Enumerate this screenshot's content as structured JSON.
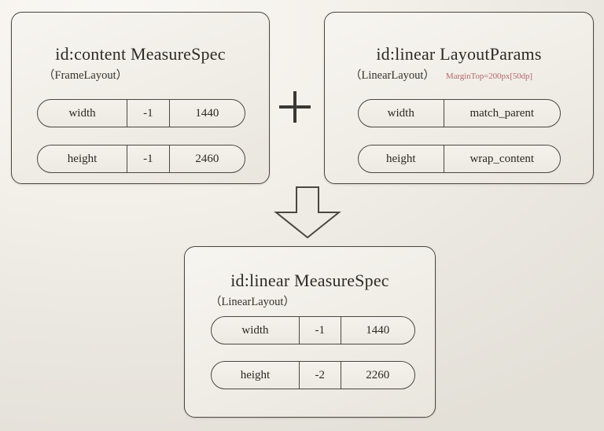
{
  "diagram": {
    "operator": "+",
    "arrow": "down-arrow",
    "boxes": [
      {
        "id": "content-measurespec",
        "title": "id:content MeasureSpec",
        "subtitle": "（FrameLayout）",
        "note": "",
        "rows": [
          {
            "label": "width",
            "flag": "-1",
            "value": "1440"
          },
          {
            "label": "height",
            "flag": "-1",
            "value": "2460"
          }
        ]
      },
      {
        "id": "linear-layoutparams",
        "title": "id:linear  LayoutParams",
        "subtitle": "（LinearLayout）",
        "note": "MarginTop=200px[50dp]",
        "rows": [
          {
            "label": "width",
            "value": "match_parent"
          },
          {
            "label": "height",
            "value": "wrap_content"
          }
        ]
      },
      {
        "id": "linear-measurespec",
        "title": "id:linear  MeasureSpec",
        "subtitle": "（LinearLayout）",
        "note": "",
        "rows": [
          {
            "label": "width",
            "flag": "-1",
            "value": "1440"
          },
          {
            "label": "height",
            "flag": "-2",
            "value": "2260"
          }
        ]
      }
    ]
  },
  "colors": {
    "background": "#f1eee8",
    "box_fill": "#f2efe9",
    "stroke": "#4a4740",
    "text": "#2c2924",
    "note_red": "#b4666b"
  }
}
